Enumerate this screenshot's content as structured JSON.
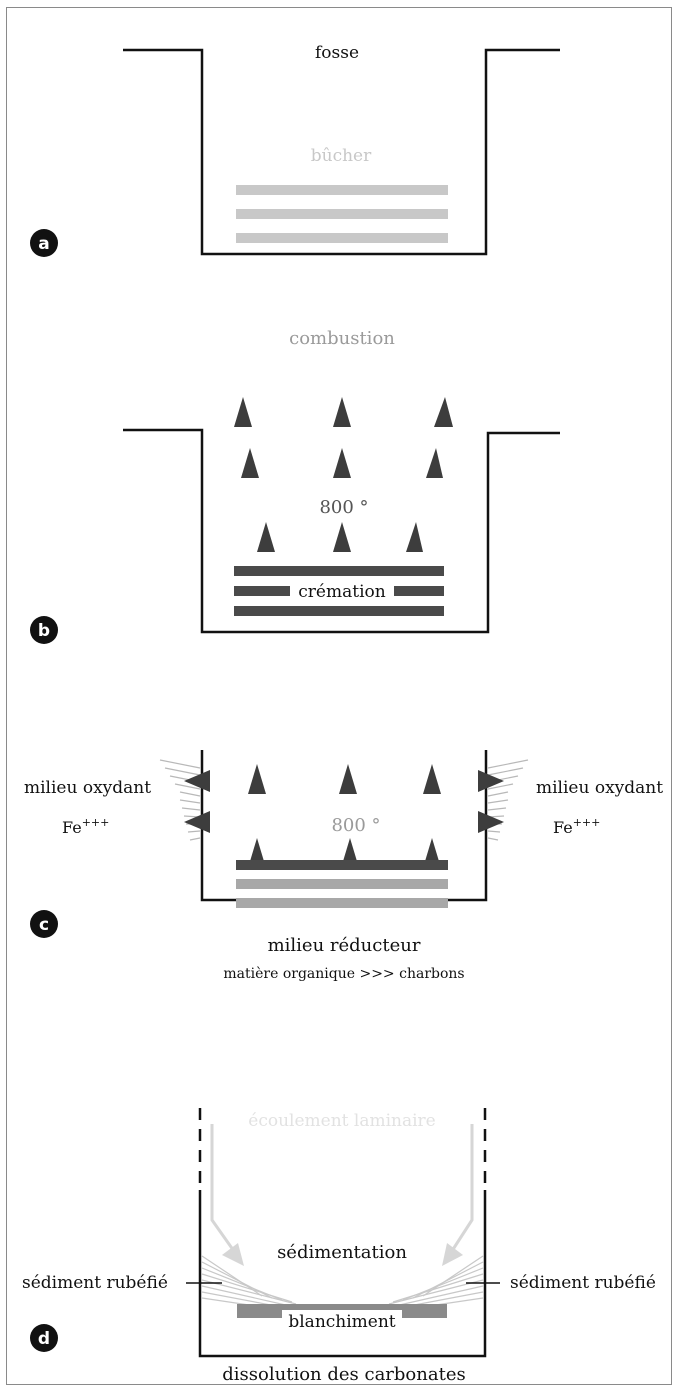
{
  "panels": {
    "a": {
      "letter": "a",
      "pit_label": "fosse",
      "pyre_label": "bûcher"
    },
    "b": {
      "letter": "b",
      "top_label": "combustion",
      "temperature": "800 °",
      "layer_label": "crémation"
    },
    "c": {
      "letter": "c",
      "left_label": "milieu oxydant",
      "right_label": "milieu oxydant",
      "left_ion": "Fe",
      "right_ion": "Fe",
      "ion_charge": "+++",
      "temperature": "800 °",
      "bottom_label": "milieu réducteur",
      "bottom_sublabel": "matière organique >>> charbons"
    },
    "d": {
      "letter": "d",
      "top_label": "écoulement laminaire",
      "center_label": "sédimentation",
      "left_label": "sédiment rubéfié",
      "right_label": "sédiment rubéfié",
      "layer_label": "blanchiment",
      "bottom_label": "dissolution des carbonates"
    }
  },
  "colors": {
    "ink": "#111111",
    "pyre_gray": "#c8c8c8",
    "charred": "#4a4a4a",
    "flame": "#3d3d3d",
    "faded_text": "#e2e2e2"
  }
}
